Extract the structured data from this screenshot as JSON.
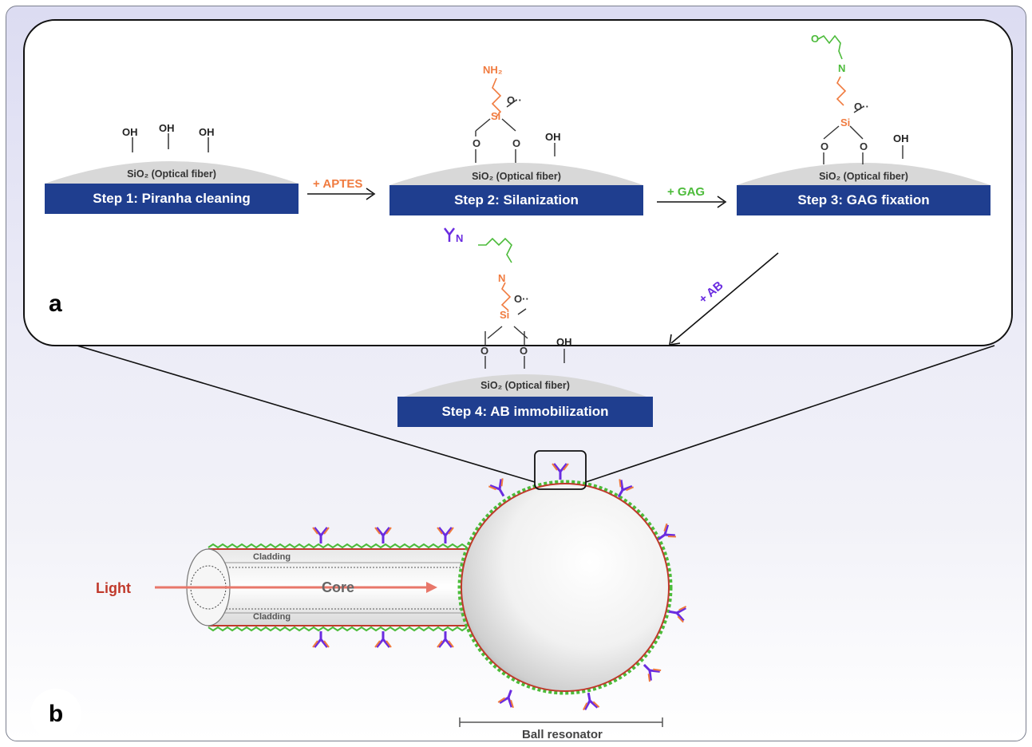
{
  "panel_a": {
    "letter": "a",
    "substrate_label": "SiO₂ (Optical fiber)",
    "steps": [
      {
        "label": "Step 1: Piranha cleaning"
      },
      {
        "label": "Step 2: Silanization"
      },
      {
        "label": "Step 3: GAG fixation"
      },
      {
        "label": "Step 4: AB immobilization"
      }
    ],
    "arrows": [
      {
        "label": "+ APTES",
        "color": "#f07b3f"
      },
      {
        "label": "+ GAG",
        "color": "#4cbb3a"
      },
      {
        "label": "+ AB",
        "color": "#6a2ce0"
      }
    ],
    "chem": {
      "oh": "OH",
      "nh2": "NH₂",
      "si": "Si",
      "o": "O",
      "n": "N",
      "o_radical": "O··"
    }
  },
  "panel_b": {
    "letter": "b",
    "light_label": "Light",
    "core_label": "Core",
    "cladding_top": "Cladding",
    "cladding_bottom": "Cladding",
    "ball_label": "Ball resonator"
  },
  "colors": {
    "step_bar": "#1f3e8f",
    "aptes": "#f07b3f",
    "gag": "#4cbb3a",
    "antibody": "#6a2ce0",
    "light": "#e8776a"
  }
}
